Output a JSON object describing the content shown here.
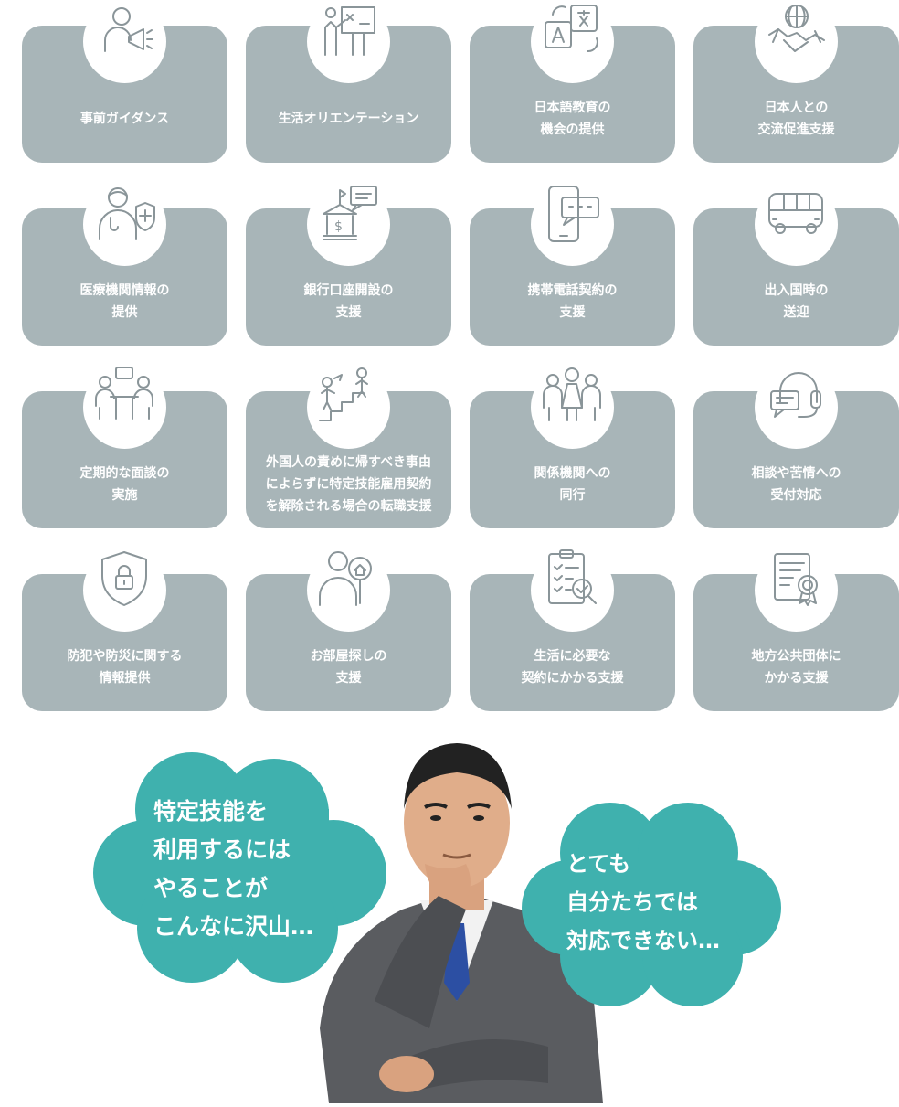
{
  "cards": [
    {
      "label": "事前ガイダンス",
      "icon": "megaphone-presenter-icon"
    },
    {
      "label": "生活オリエンテーション",
      "icon": "presentation-board-icon"
    },
    {
      "label": "日本語教育の\n機会の提供",
      "icon": "translate-icon"
    },
    {
      "label": "日本人との\n交流促進支援",
      "icon": "globe-handshake-icon"
    },
    {
      "label": "医療機関情報の\n提供",
      "icon": "doctor-shield-icon"
    },
    {
      "label": "銀行口座開設の\n支援",
      "icon": "bank-chat-icon"
    },
    {
      "label": "携帯電話契約の\n支援",
      "icon": "smartphone-chat-icon"
    },
    {
      "label": "出入国時の\n送迎",
      "icon": "bus-icon"
    },
    {
      "label": "定期的な面談の\n実施",
      "icon": "meeting-table-icon"
    },
    {
      "label": "外国人の責めに帰すべき事由\nによらずに特定技能雇用契約\nを解除される場合の転職支援",
      "icon": "career-steps-icon"
    },
    {
      "label": "関係機関への\n同行",
      "icon": "group-people-icon"
    },
    {
      "label": "相談や苦情への\n受付対応",
      "icon": "headset-chat-icon"
    },
    {
      "label": "防犯や防災に関する\n情報提供",
      "icon": "shield-lock-icon"
    },
    {
      "label": "お部屋探しの\n支援",
      "icon": "person-house-search-icon"
    },
    {
      "label": "生活に必要な\n契約にかかる支援",
      "icon": "clipboard-search-icon"
    },
    {
      "label": "地方公共団体に\nかかる支援",
      "icon": "certificate-icon"
    }
  ],
  "clouds": {
    "left": "特定技能を\n利用するには\nやることが\nこんなに沢山…",
    "right": "とても\n自分たちでは\n対応できない…"
  },
  "colors": {
    "card_bg": "#a8b5b8",
    "cloud_bg": "#3fb1ae",
    "icon_stroke": "#8a9599"
  },
  "illustration": "thinking-businessman"
}
